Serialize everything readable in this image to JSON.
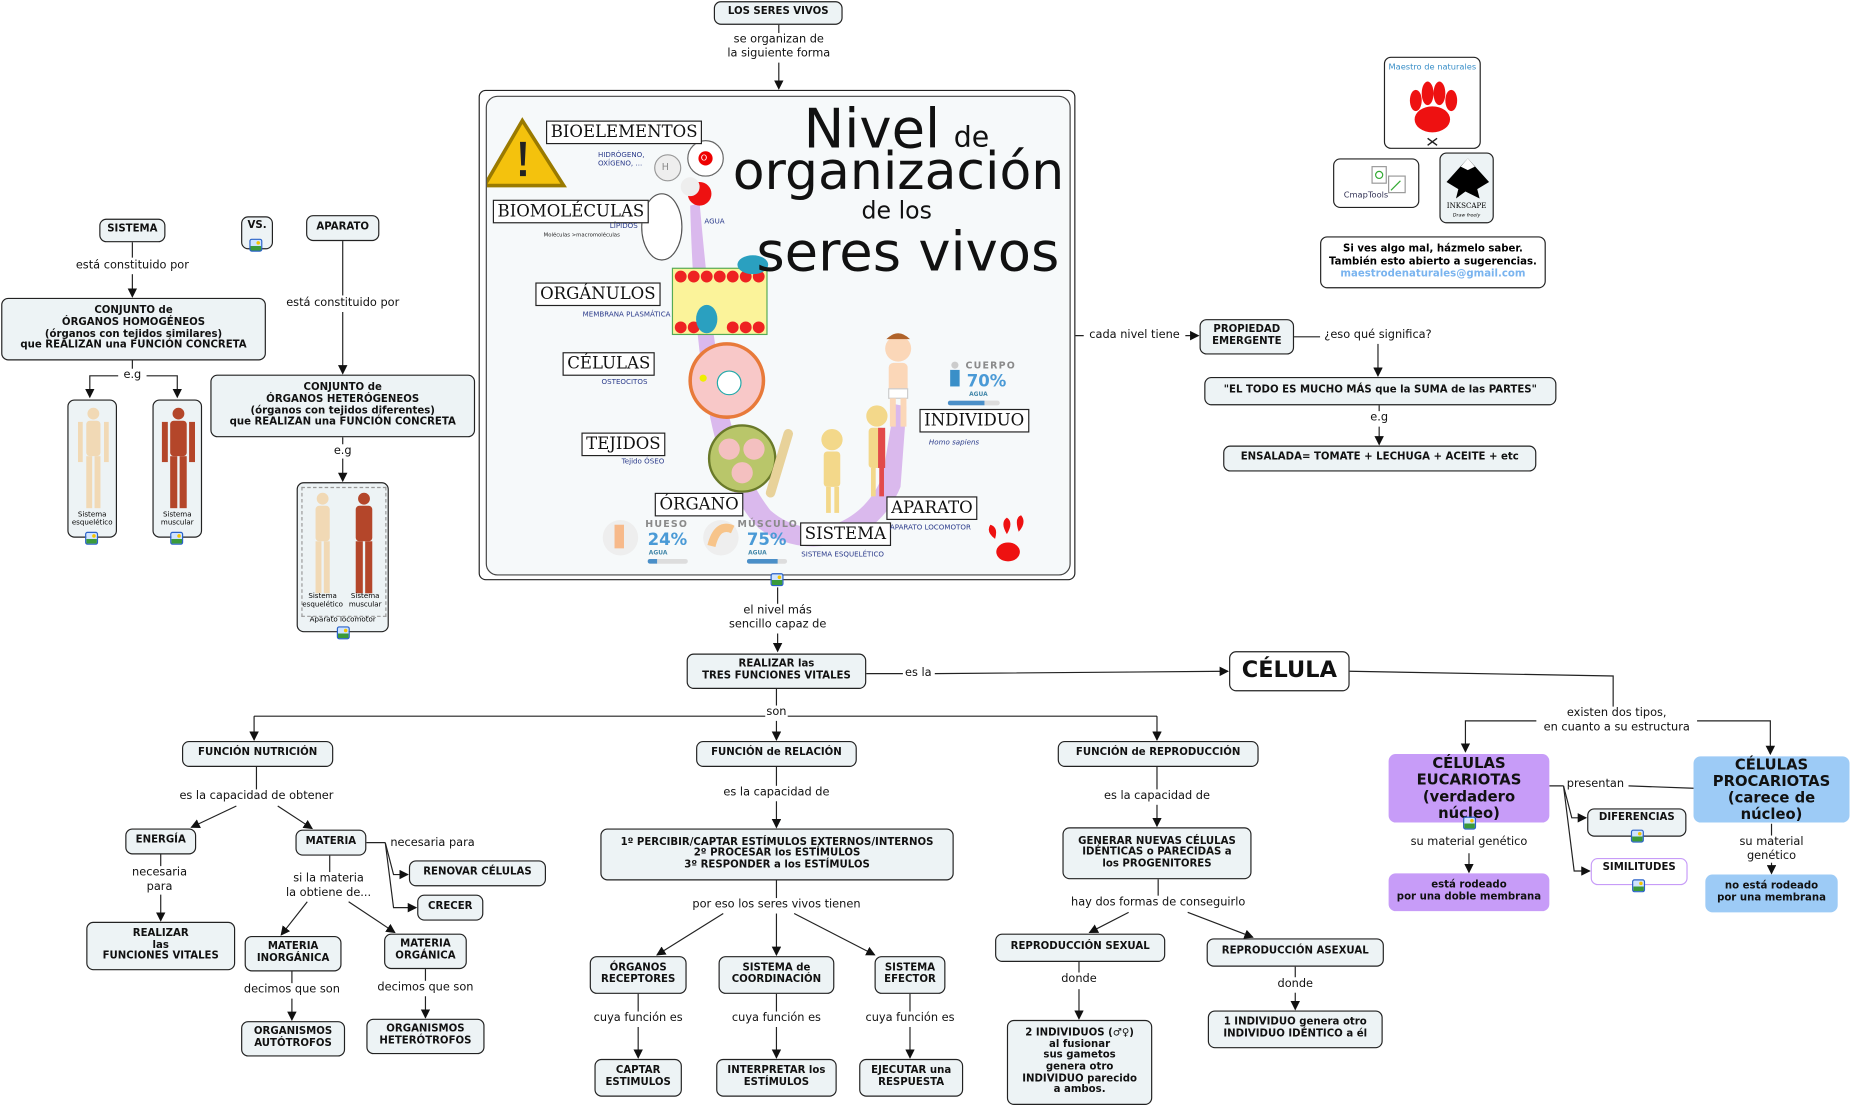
{
  "root": {
    "title": "LOS SERES VIVOS",
    "link": "se organizan de\nla siguiente forma"
  },
  "central_image": {
    "title_nivel": "Nivel",
    "title_de": "de",
    "title_organizacion": "organización",
    "title_delos": "de los",
    "title_seres": "seres vivos",
    "levels": [
      {
        "label": "BIOELEMENTOS",
        "sub": "HIDRÓGENO,\nOXÍGENO, ..."
      },
      {
        "label": "BIOMOLÉCULAS",
        "sub": "LÍPIDOS",
        "sub2": "Moléculas >macromoléculas",
        "sub3": "AGUA"
      },
      {
        "label": "ORGÁNULOS",
        "sub": "MEMBRANA PLASMÁTICA"
      },
      {
        "label": "CÉLULAS",
        "sub": "OSTEOCITOS"
      },
      {
        "label": "TEJIDOS",
        "sub": "Tejido ÓSEO"
      },
      {
        "label": "ÓRGANO"
      },
      {
        "label": "SISTEMA",
        "sub": "SISTEMA ESQUELÉTICO"
      },
      {
        "label": "APARATO",
        "sub": "APARATO LOCOMOTOR"
      },
      {
        "label": "INDIVIDUO",
        "sub": "Homo sapiens"
      }
    ],
    "atom_h": "H",
    "atom_o": "O",
    "stats": [
      {
        "name": "HUESO",
        "value": "24%",
        "unit": "AGUA",
        "fraction": 0.24
      },
      {
        "name": "MÚSCULO",
        "value": "75%",
        "unit": "AGUA",
        "fraction": 0.75
      },
      {
        "name": "CUERPO",
        "value": "70%",
        "unit": "AGUA",
        "fraction": 0.7
      }
    ],
    "link_below": "el nivel más\nsencillo capaz de",
    "link_right": "cada nivel tiene"
  },
  "left": {
    "sistema": "SISTEMA",
    "vs": "VS.",
    "aparato": "APARATO",
    "link_sistema": "está constituido por",
    "link_aparato": "está constituido por",
    "homogeneos": "CONJUNTO de\nÓRGANOS HOMOGÉNEOS\n(órganos con tejidos similares)\nque REALIZAN una FUNCIÓN CONCRETA",
    "heterogeneos": "CONJUNTO de\nÓRGANOS HETERÓGENEOS\n(órganos con tejidos diferentes)\nque REALIZAN una FUNCIÓN CONCRETA",
    "eg1": "e.g",
    "eg2": "e.g",
    "img_esqueletico": "Sistema\nesquelético",
    "img_muscular": "Sistema\nmuscular",
    "img_ap_esq": "Sistema\nesquelético",
    "img_ap_mus": "Sistema\nmuscular",
    "img_ap_caption": "Aparato locomotor"
  },
  "right_top": {
    "propiedad": "PROPIEDAD\nEMERGENTE",
    "link_q": "¿eso qué significa?",
    "quote": "\"EL TODO ES MUCHO MÁS que la SUMA de las PARTES\"",
    "eg": "e.g",
    "ensalada": "ENSALADA= TOMATE + LECHUGA + ACEITE + etc",
    "feedback_1": "Si ves algo mal, házmelo saber.",
    "feedback_2": "También esto abierto a sugerencias.",
    "feedback_email": "maestrodenaturales@gmail.com",
    "logo_maestro": "Maestro de naturales",
    "logo_cmap": "CmapTools",
    "logo_inkscape": "INKSCAPE",
    "logo_inkscape_sub": "Draw freely"
  },
  "center": {
    "funciones": "REALIZAR las\nTRES FUNCIONES VITALES",
    "link_esla": "es la",
    "link_son": "son",
    "celula": "CÉLULA"
  },
  "celula": {
    "link_tipos": "existen dos tipos,\nen cuanto a su estructura",
    "eucariotas": "CÉLULAS\nEUCARIOTAS\n(verdadero núcleo)",
    "procariotas": "CÉLULAS\nPROCARIOTAS\n(carece de núcleo)",
    "link_presentan": "presentan",
    "diferencias": "DIFERENCIAS",
    "similitudes": "SIMILITUDES",
    "link_mat1": "su material genético",
    "link_mat2": "su material genético",
    "euc_desc": "está rodeado\npor una doble membrana",
    "pro_desc": "no está rodeado\npor una membrana",
    "colors": {
      "eucariotas": "#c79cf8",
      "procariotas": "#9dcbf6"
    }
  },
  "nutricion": {
    "title": "FUNCIÓN NUTRICIÓN",
    "link": "es la capacidad de obtener",
    "energia": "ENERGÍA",
    "materia": "MATERIA",
    "link_energia": "necesaria\npara",
    "realizar": "REALIZAR\nlas\nFUNCIONES VITALES",
    "link_materia_para": "necesaria para",
    "renovar": "RENOVAR CÉLULAS",
    "crecer": "CRECER",
    "link_obtiene": "si la materia\nla obtiene de...",
    "inorganica": "MATERIA\nINORGÁNICA",
    "organica": "MATERIA\nORGÁNICA",
    "link_dec1": "decimos que son",
    "link_dec2": "decimos que son",
    "autotrofos": "ORGANISMOS\nAUTÓTROFOS",
    "heterotrofos": "ORGANISMOS\nHETERÓTROFOS"
  },
  "relacion": {
    "title": "FUNCIÓN de RELACIÓN",
    "link": "es la capacidad de",
    "pasos": "1º PERCIBIR/CAPTAR ESTÍMULOS EXTERNOS/INTERNOS\n2º PROCESAR los ESTÍMULOS\n3º RESPONDER a los ESTÍMULOS",
    "link_tienen": "por eso los seres vivos tienen",
    "receptores": "ÓRGANOS\nRECEPTORES",
    "coordinacion": "SISTEMA de\nCOORDINACIÓN",
    "efector": "SISTEMA\nEFECTOR",
    "link_cuya": "cuya función es",
    "captar": "CAPTAR\nESTIMULOS",
    "interpretar": "INTERPRETAR los\nESTÍMULOS",
    "ejecutar": "EJECUTAR una\nRESPUESTA"
  },
  "reproduccion": {
    "title": "FUNCIÓN de REPRODUCCIÓN",
    "link": "es la capacidad de",
    "generar": "GENERAR NUEVAS CÉLULAS\nIDÉNTICAS o PARECIDAS a\nlos PROGENITORES",
    "link_formas": "hay dos formas de conseguirlo",
    "sexual": "REPRODUCCIÓN SEXUAL",
    "asexual": "REPRODUCCIÓN ASEXUAL",
    "link_donde": "donde",
    "sexual_desc": "2 INDIVIDUOS (♂♀)\nal fusionar\nsus gametos\ngenera otro\nINDIVIDUO parecido\na ambos.",
    "asexual_desc": "1 INDIVIDUO genera otro\nINDIVIDUO IDÉNTICO a él"
  }
}
